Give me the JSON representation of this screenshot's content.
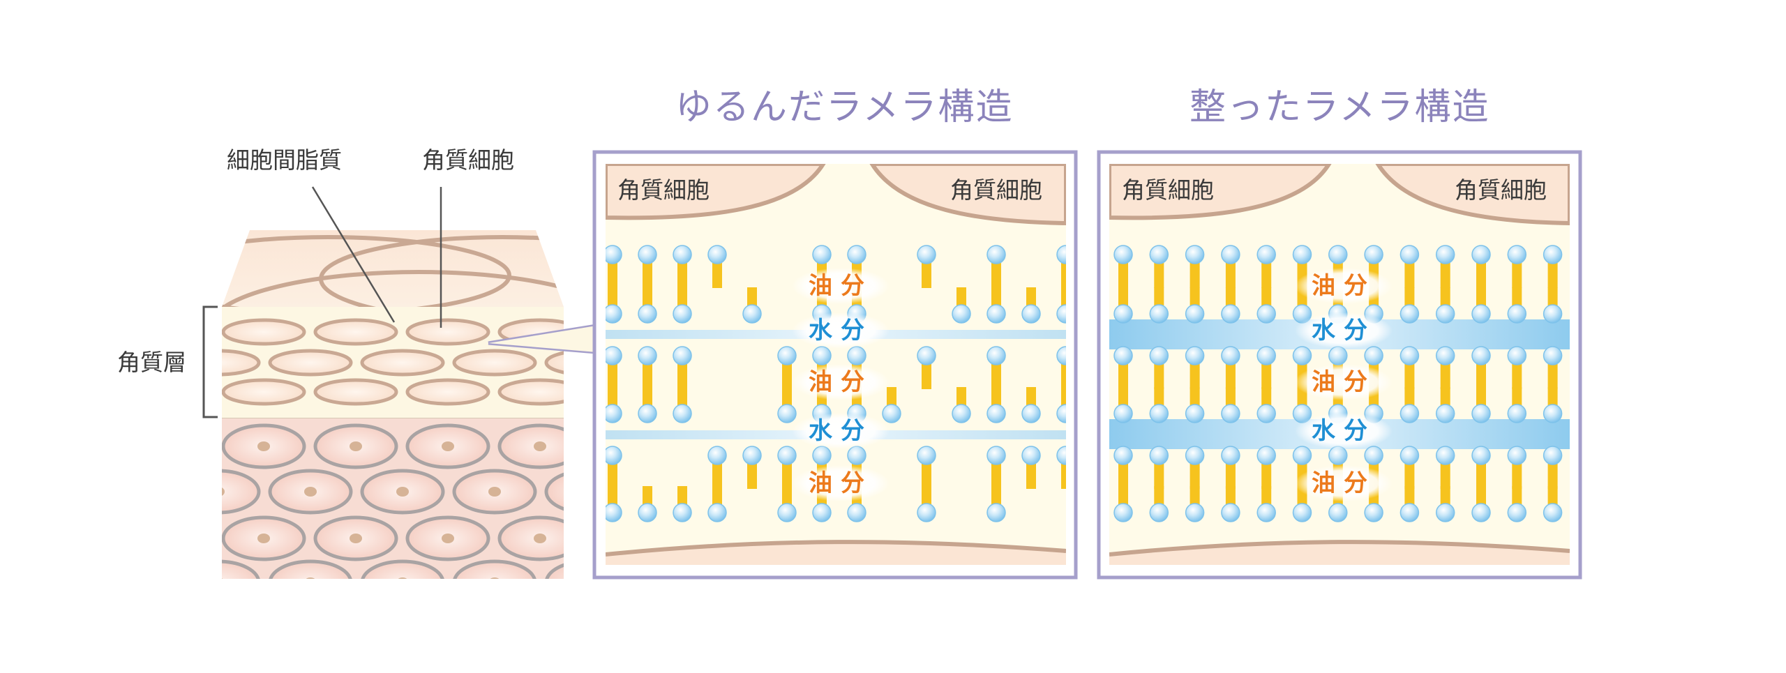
{
  "titles": {
    "loose": "ゆるんだラメラ構造",
    "ordered": "整ったラメラ構造"
  },
  "skin": {
    "label_lipid": "細胞間脂質",
    "label_cell": "角質細胞",
    "label_layer": "角質層"
  },
  "panel_cell_label": "角質細胞",
  "oil_label": "油分",
  "water_label": "水分",
  "colors": {
    "frame": "#a59fcb",
    "title": "#8b83bb",
    "cream": "#fffbe9",
    "cell_top": "#fbe6d6",
    "cell_border": "#c6a48e",
    "head_blue": "#8fcdf0",
    "tail_yellow": "#f6c31e",
    "water_band": "#9fd2f0",
    "oil_text": "#ec7a1c",
    "water_text": "#1f8fd4",
    "skin_pink": "#f7d7cf",
    "skin_cell_border": "#a9a3a3",
    "nucleus": "#d6b396",
    "stratum_fill": "#fbe3d4"
  }
}
